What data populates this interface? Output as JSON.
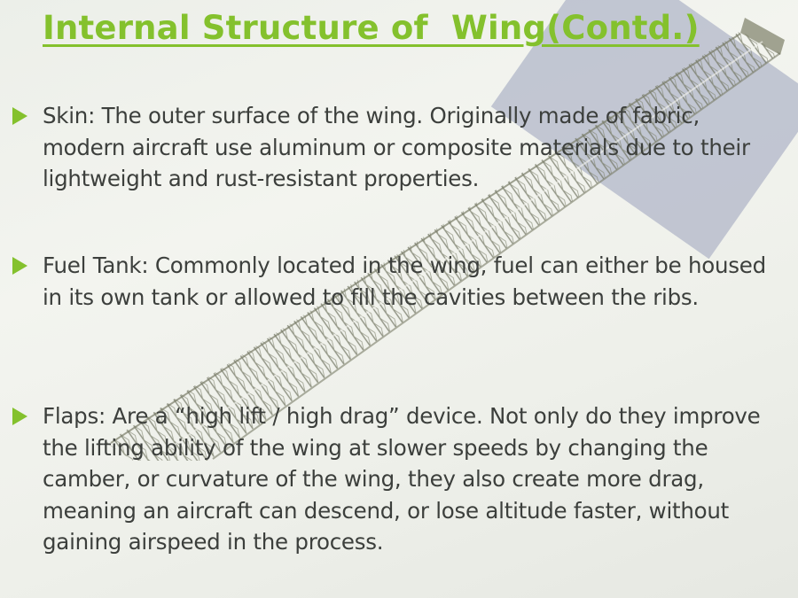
{
  "slide": {
    "title": "Internal Structure of  Wing(Contd.)",
    "colors": {
      "accent": "#84c12d",
      "text": "#3c3f3c",
      "background": "#f0f1ec"
    },
    "background_image": "wing-internal-structure-rib-framework",
    "bullets": [
      {
        "icon": "triangle-bullet-icon",
        "text": "Skin:  The outer surface of the wing.  Originally made of fabric, modern aircraft use aluminum or composite materials due to their lightweight and rust-resistant properties."
      },
      {
        "icon": "triangle-bullet-icon",
        "text": "Fuel Tank: Commonly located in the wing, fuel can either be housed in its own tank or allowed to fill the cavities between the ribs."
      },
      {
        "icon": "triangle-bullet-icon",
        "text": "Flaps: Are a “high lift / high drag” device.  Not only do they improve the lifting ability of the wing at slower speeds by changing the camber, or curvature of the wing, they also create more drag, meaning an aircraft can descend, or lose altitude faster, without gaining airspeed in the process."
      }
    ]
  }
}
